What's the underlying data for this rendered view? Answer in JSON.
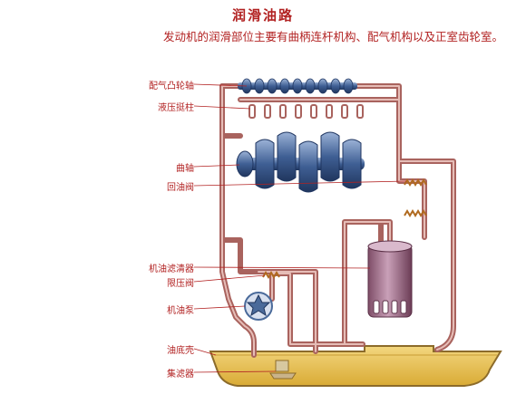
{
  "title": "润滑油路",
  "description": "发动机的润滑部位主要有曲柄连杆机构、配气机构以及正室齿轮室。",
  "labels": {
    "camshaft": "配气凸轮轴",
    "tappet": "液压挺柱",
    "crankshaft": "曲轴",
    "return_valve": "回油阀",
    "oil_filter": "机油滤清器",
    "limit_valve": "限压阀",
    "oil_pump": "机油泵",
    "oil_pan": "油底壳",
    "strainer": "集滤器"
  },
  "colors": {
    "text": "#b22222",
    "pipe": "#a9635e",
    "pipe_core": "#d9a09a",
    "oil": "#e8c45a",
    "oil_pan_edge": "#8c6b2a",
    "metal": "#4a6a9a",
    "leader": "#b22222"
  }
}
